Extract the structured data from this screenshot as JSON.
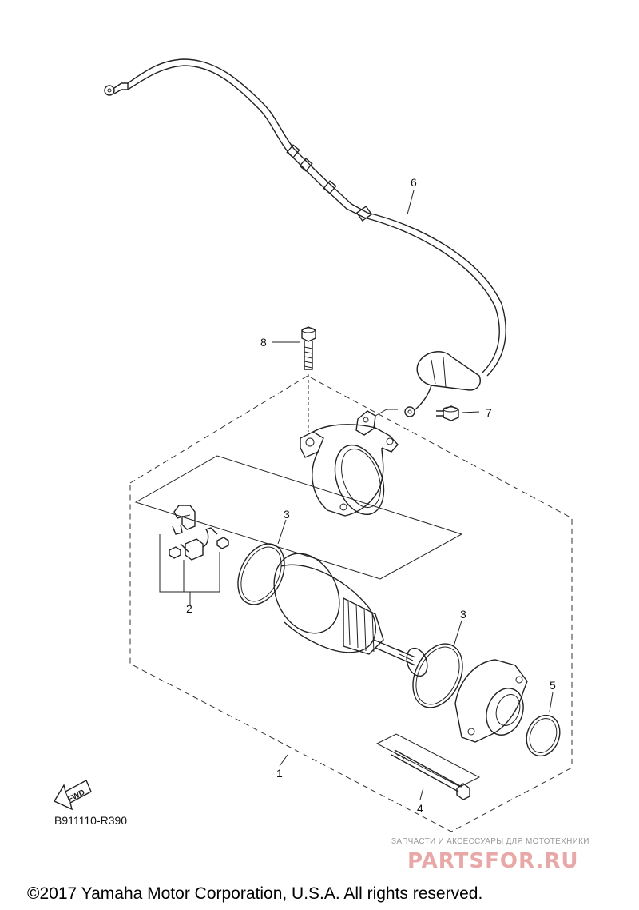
{
  "callouts": {
    "c1": "1",
    "c2": "2",
    "c3a": "3",
    "c3b": "3",
    "c4": "4",
    "c5": "5",
    "c6": "6",
    "c7": "7",
    "c8": "8"
  },
  "fwd_label": "FWD",
  "diagram_code": "B911110-R390",
  "watermark": {
    "tagline": "ЗАПЧАСТИ И АКСЕССУАРЫ ДЛЯ МОТОТЕХНИКИ",
    "brand": "PARTSFOR.RU"
  },
  "copyright": "©2017 Yamaha Motor Corporation, U.S.A. All rights reserved."
}
